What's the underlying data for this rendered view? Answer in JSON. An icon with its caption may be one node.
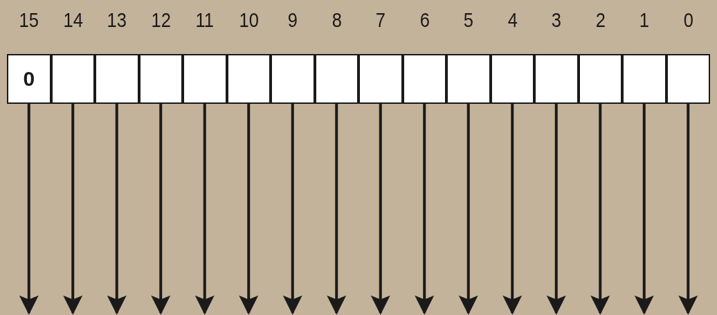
{
  "diagram": {
    "nodes": [
      {
        "text": [
          "0"
        ],
        "beside": [
          "15"
        ]
      },
      {
        "text": [],
        "shape": "box",
        "beside": [
          "14"
        ]
      },
      {
        "text": [],
        "shape": "box",
        "beside": [
          "13"
        ]
      },
      {
        "text": [],
        "shape": "box",
        "beside": [
          "12"
        ]
      },
      {
        "text": [],
        "shape": "box",
        "beside": [
          "11"
        ]
      },
      {
        "text": [],
        "shape": "box",
        "beside": [
          "10"
        ]
      },
      {
        "text": [],
        "shape": "box",
        "beside": [
          "9"
        ]
      },
      {
        "text": [],
        "shape": "box",
        "beside": [
          "8"
        ]
      },
      {
        "text": [],
        "shape": "box",
        "beside": [
          "7"
        ]
      },
      {
        "text": [],
        "shape": "box",
        "beside": [
          "6"
        ]
      },
      {
        "text": [],
        "shape": "box",
        "beside": [
          "5"
        ]
      },
      {
        "text": [],
        "shape": "box",
        "beside": [
          "4"
        ]
      },
      {
        "text": [],
        "shape": "box",
        "beside": [
          "3"
        ]
      },
      {
        "text": [],
        "shape": "box",
        "beside": [
          "2"
        ]
      },
      {
        "text": [],
        "shape": "box",
        "beside": [
          "1"
        ]
      },
      {
        "text": [],
        "shape": "box",
        "beside": [
          "0"
        ]
      }
    ],
    "edges": [
      {
        "from": 0,
        "to": null,
        "arrow": "to"
      },
      {
        "from": 1,
        "to": null,
        "arrow": "to"
      },
      {
        "from": 2,
        "to": null,
        "arrow": "to"
      },
      {
        "from": 3,
        "to": null,
        "arrow": "to"
      },
      {
        "from": 4,
        "to": null,
        "arrow": "to"
      },
      {
        "from": 5,
        "to": null,
        "arrow": "to"
      },
      {
        "from": 6,
        "to": null,
        "arrow": "to"
      },
      {
        "from": 7,
        "to": null,
        "arrow": "to"
      },
      {
        "from": 8,
        "to": null,
        "arrow": "to"
      },
      {
        "from": 9,
        "to": null,
        "arrow": "to"
      },
      {
        "from": 10,
        "to": null,
        "arrow": "to"
      },
      {
        "from": 11,
        "to": null,
        "arrow": "to"
      },
      {
        "from": 12,
        "to": null,
        "arrow": "to"
      },
      {
        "from": 13,
        "to": null,
        "arrow": "to"
      },
      {
        "from": 14,
        "to": null,
        "arrow": "to"
      },
      {
        "from": 15,
        "to": null,
        "arrow": "to"
      }
    ]
  }
}
